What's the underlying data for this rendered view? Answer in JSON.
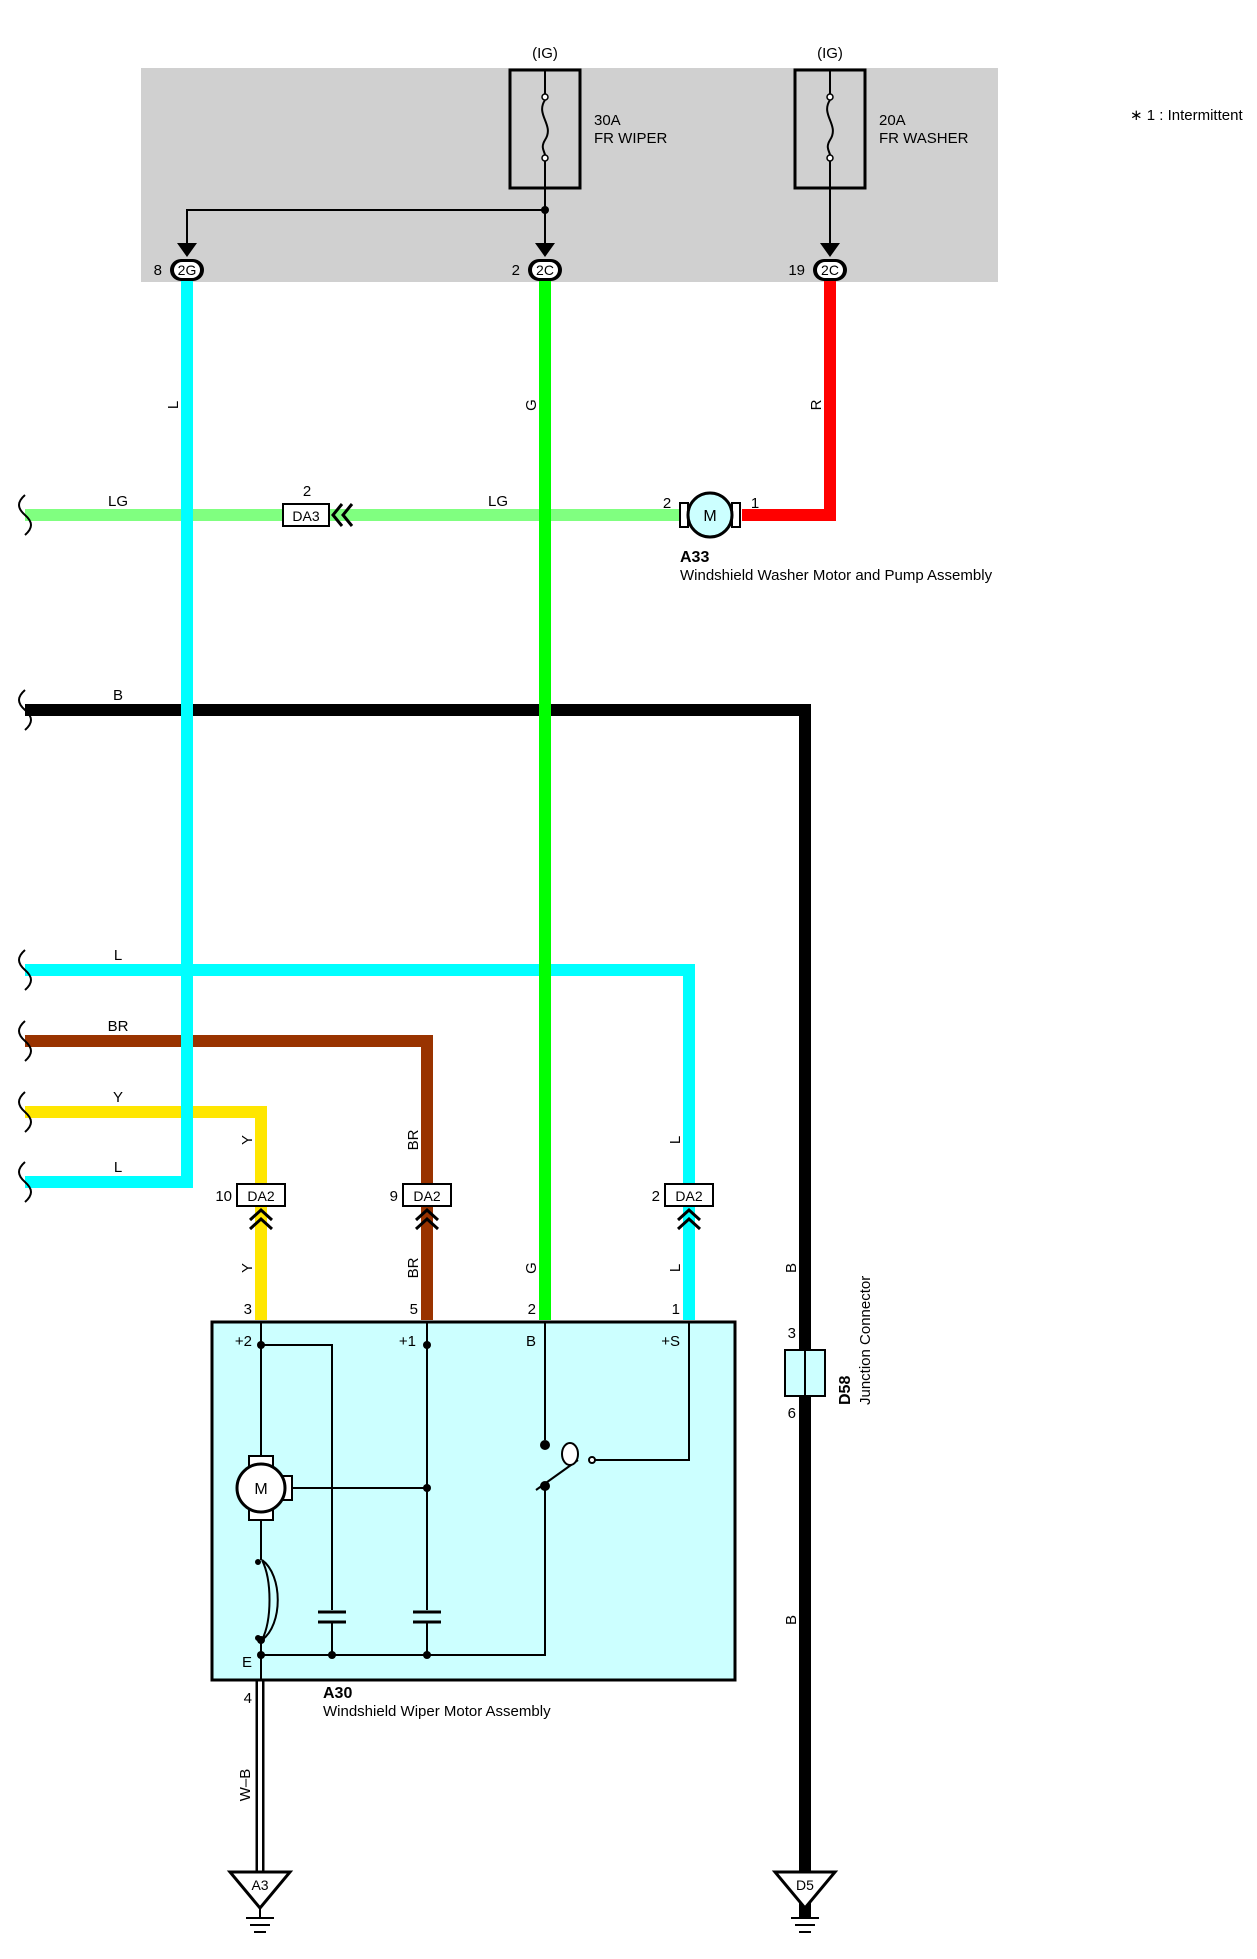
{
  "note": "∗ 1 : Intermittent",
  "fuses": [
    {
      "supply": "(IG)",
      "rating": "30A",
      "name": "FR WIPER"
    },
    {
      "supply": "(IG)",
      "rating": "20A",
      "name": "FR WASHER"
    }
  ],
  "block_connectors": [
    {
      "pin": "8",
      "code": "2G"
    },
    {
      "pin": "2",
      "code": "2C"
    },
    {
      "pin": "19",
      "code": "2C"
    }
  ],
  "wire_colors": {
    "L": "L",
    "G": "G",
    "R": "R",
    "LG": "LG",
    "B": "B",
    "BR": "BR",
    "Y": "Y",
    "WB": "W–B"
  },
  "colors": {
    "L": "#00ffff",
    "G": "#00ff00",
    "R": "#ff0000",
    "LG": "#80ff80",
    "B": "#000000",
    "BR": "#993300",
    "Y": "#ffe600",
    "WB": "#000000",
    "relay_box": "#d0d0d0",
    "component_fill": "#ccffff"
  },
  "da3": {
    "code": "DA3",
    "pin": "2"
  },
  "washer_motor": {
    "pin_a": "2",
    "pin_b": "1",
    "symbol": "M",
    "id": "A33",
    "name": "Windshield Washer Motor and Pump Assembly"
  },
  "da2_connectors": [
    {
      "pin": "10",
      "code": "DA2"
    },
    {
      "pin": "9",
      "code": "DA2"
    },
    {
      "pin": "2",
      "code": "DA2"
    }
  ],
  "wiper_motor": {
    "id": "A30",
    "name": "Windshield Wiper Motor Assembly",
    "symbol": "M",
    "pins": [
      "3",
      "5",
      "2",
      "1",
      "4"
    ],
    "terminals": [
      "+2",
      "+1",
      "B",
      "+S",
      "E"
    ]
  },
  "junction": {
    "id": "D58",
    "name": "Junction Connector",
    "pin_top": "3",
    "pin_bottom": "6"
  },
  "grounds": [
    {
      "code": "A3"
    },
    {
      "code": "D5"
    }
  ]
}
